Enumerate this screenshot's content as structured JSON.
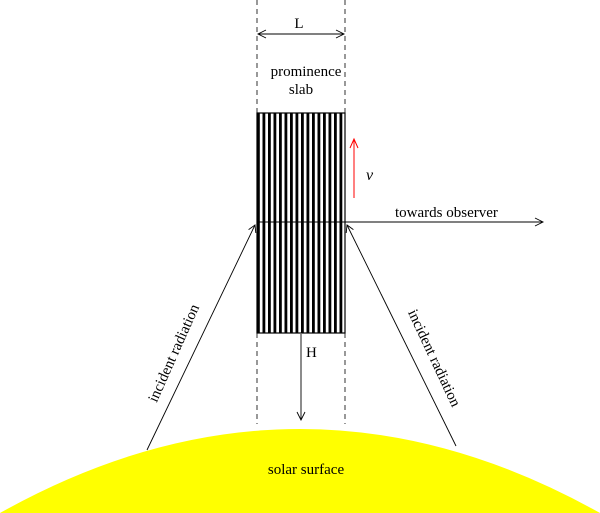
{
  "labels": {
    "width": "L",
    "slab_line1": "prominence",
    "slab_line2": "slab",
    "velocity": "v",
    "observer": "towards observer",
    "height": "H",
    "incident_left": "incident radiation",
    "incident_right": "incident radiation",
    "surface": "solar surface"
  },
  "colors": {
    "sun": "#ffff00",
    "velocity_arrow": "#ff0000",
    "lines": "#000000",
    "background": "#ffffff"
  }
}
